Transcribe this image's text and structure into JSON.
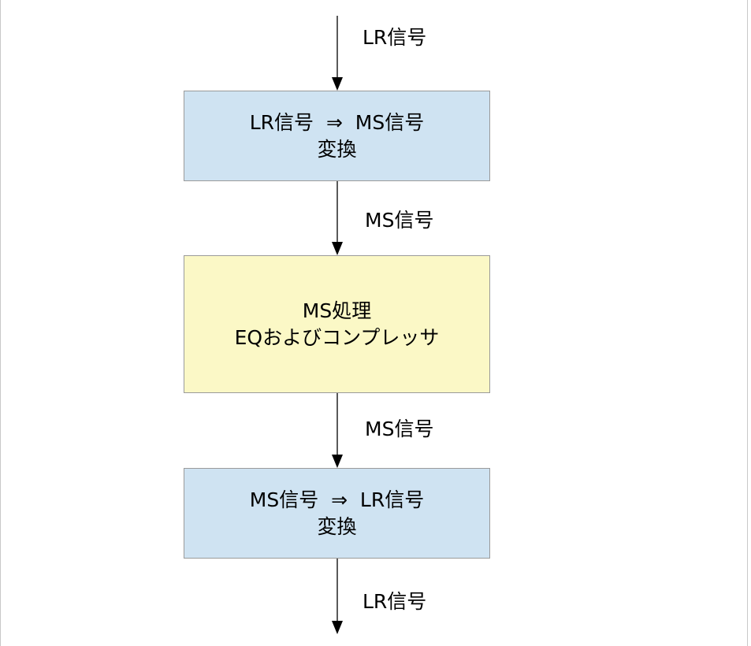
{
  "diagram": {
    "signal_labels": [
      "LR信号",
      "MS信号",
      "MS信号",
      "LR信号"
    ],
    "boxes": [
      {
        "lines": [
          "LR信号  ⇒  MS信号",
          "変換"
        ],
        "fill": "#cfe3f2"
      },
      {
        "lines": [
          "MS処理",
          "EQおよびコンプレッサ"
        ],
        "fill": "#fbf8c6"
      },
      {
        "lines": [
          "MS信号  ⇒  LR信号",
          "変換"
        ],
        "fill": "#cfe3f2"
      }
    ],
    "colors": {
      "arrow": "#000000",
      "box_border": "#9a9a9a",
      "frame_border": "#c8c8c8"
    }
  }
}
